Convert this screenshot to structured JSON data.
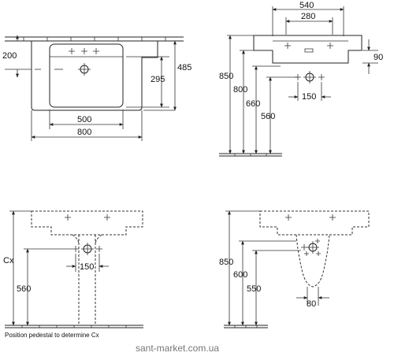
{
  "top_left": {
    "width_total": "800",
    "width_bowl": "500",
    "depth": "485",
    "bowl_depth": "295",
    "deck_height": "200"
  },
  "top_right": {
    "width_540": "540",
    "width_280": "280",
    "height_90": "90",
    "height_850": "850",
    "height_800": "800",
    "height_660": "660",
    "height_560": "560",
    "spacing_150": "150"
  },
  "bottom_left": {
    "height_cx": "Cx",
    "height_560": "560",
    "spacing_150": "150",
    "note": "Position pedestal to determine Cx"
  },
  "bottom_right": {
    "height_850": "850",
    "height_600": "600",
    "height_550": "550",
    "width_80": "80"
  },
  "watermark": "sant-market.com.ua"
}
